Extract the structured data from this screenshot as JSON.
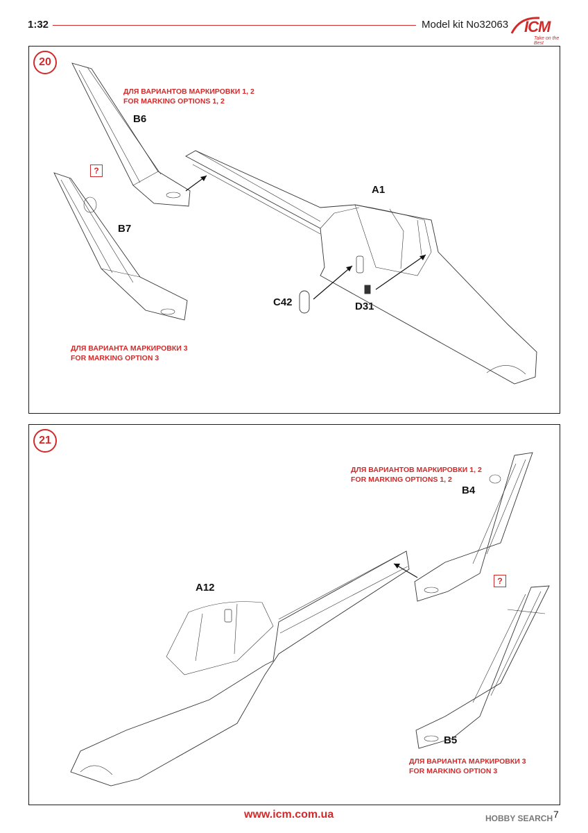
{
  "header": {
    "scale": "1:32",
    "kit": "Model kit No32063",
    "logo": "ICM",
    "logo_tagline": "Take on the Best"
  },
  "step20": {
    "number": "20",
    "note_options_12": [
      "ДЛЯ ВАРИАНТОВ МАРКИРОВКИ 1, 2",
      "FOR MARKING OPTIONS 1, 2"
    ],
    "note_option_3": [
      "ДЛЯ ВАРИАНТА МАРКИРОВКИ 3",
      "FOR MARKING OPTION 3"
    ],
    "parts": {
      "b6": "B6",
      "b7": "B7",
      "a1": "A1",
      "c42": "C42",
      "d31": "D31"
    },
    "question": "?"
  },
  "step21": {
    "number": "21",
    "note_options_12": [
      "ДЛЯ ВАРИАНТОВ МАРКИРОВКИ 1, 2",
      "FOR MARKING OPTIONS 1, 2"
    ],
    "note_option_3": [
      "ДЛЯ ВАРИАНТА МАРКИРОВКИ 3",
      "FOR MARKING OPTION 3"
    ],
    "parts": {
      "b4": "B4",
      "b5": "B5",
      "a12": "A12"
    },
    "question": "?"
  },
  "footer": {
    "url": "www.icm.com.ua",
    "page": "7",
    "watermark": "HOBBY SEARCH"
  }
}
